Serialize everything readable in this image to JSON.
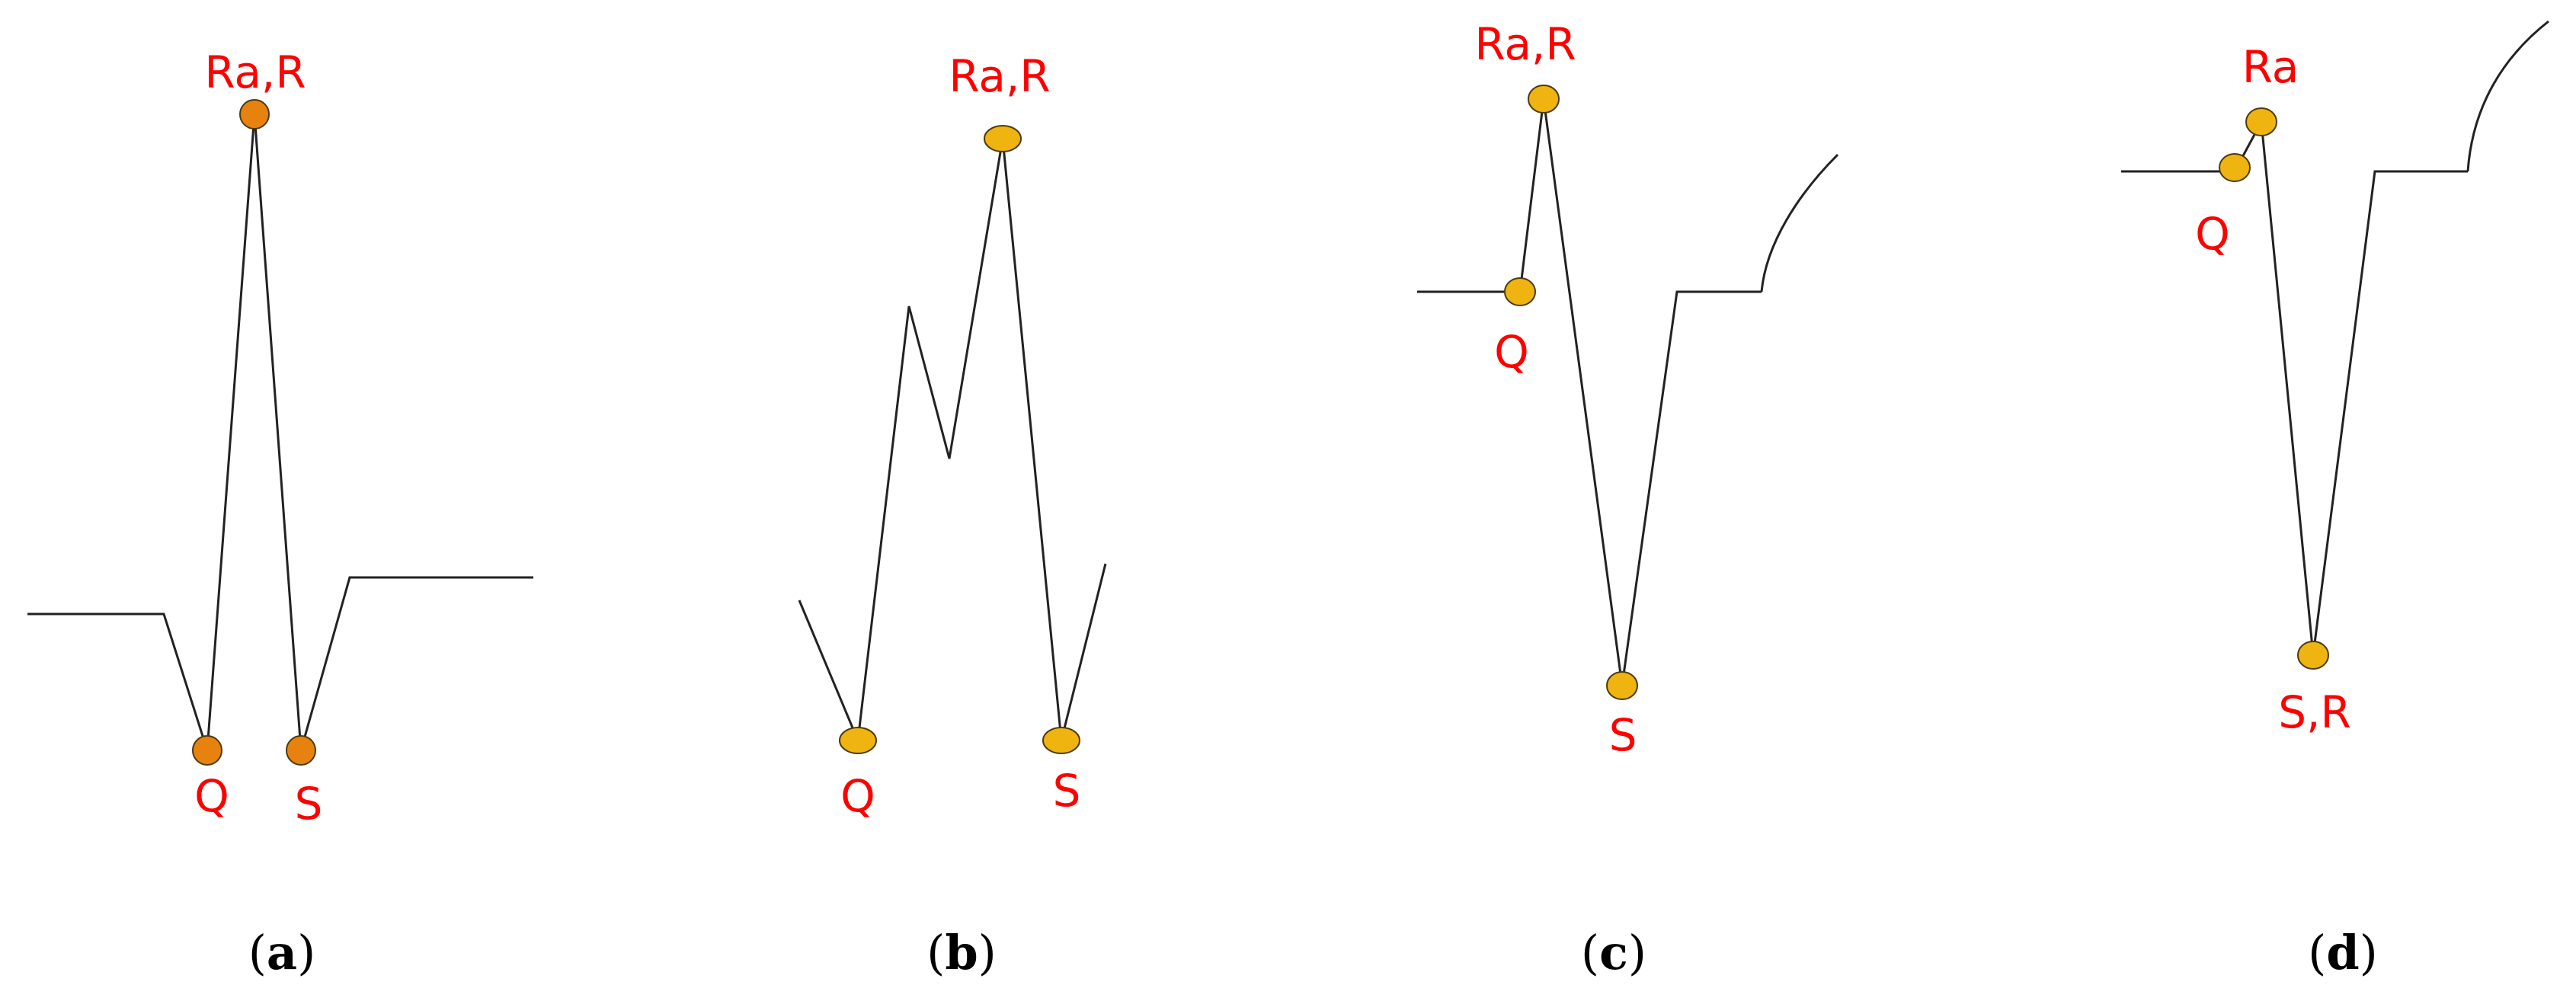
{
  "colors": {
    "label": "#ff0000",
    "point_orange": "#e8820f",
    "point_yellow": "#f0b410",
    "trace": "#222222"
  },
  "panels": [
    {
      "caption_letter": "a",
      "labels": {
        "ra": "Ra,R",
        "q": "Q",
        "s": "S"
      }
    },
    {
      "caption_letter": "b",
      "labels": {
        "ra": "Ra,R",
        "q": "Q",
        "s": "S"
      }
    },
    {
      "caption_letter": "c",
      "labels": {
        "ra": "Ra,R",
        "q": "Q",
        "s": "S"
      }
    },
    {
      "caption_letter": "d",
      "labels": {
        "ra": "Ra",
        "q": "Q",
        "s": "S,R"
      }
    }
  ],
  "caption_parens": {
    "open": "(",
    "close": ")"
  }
}
